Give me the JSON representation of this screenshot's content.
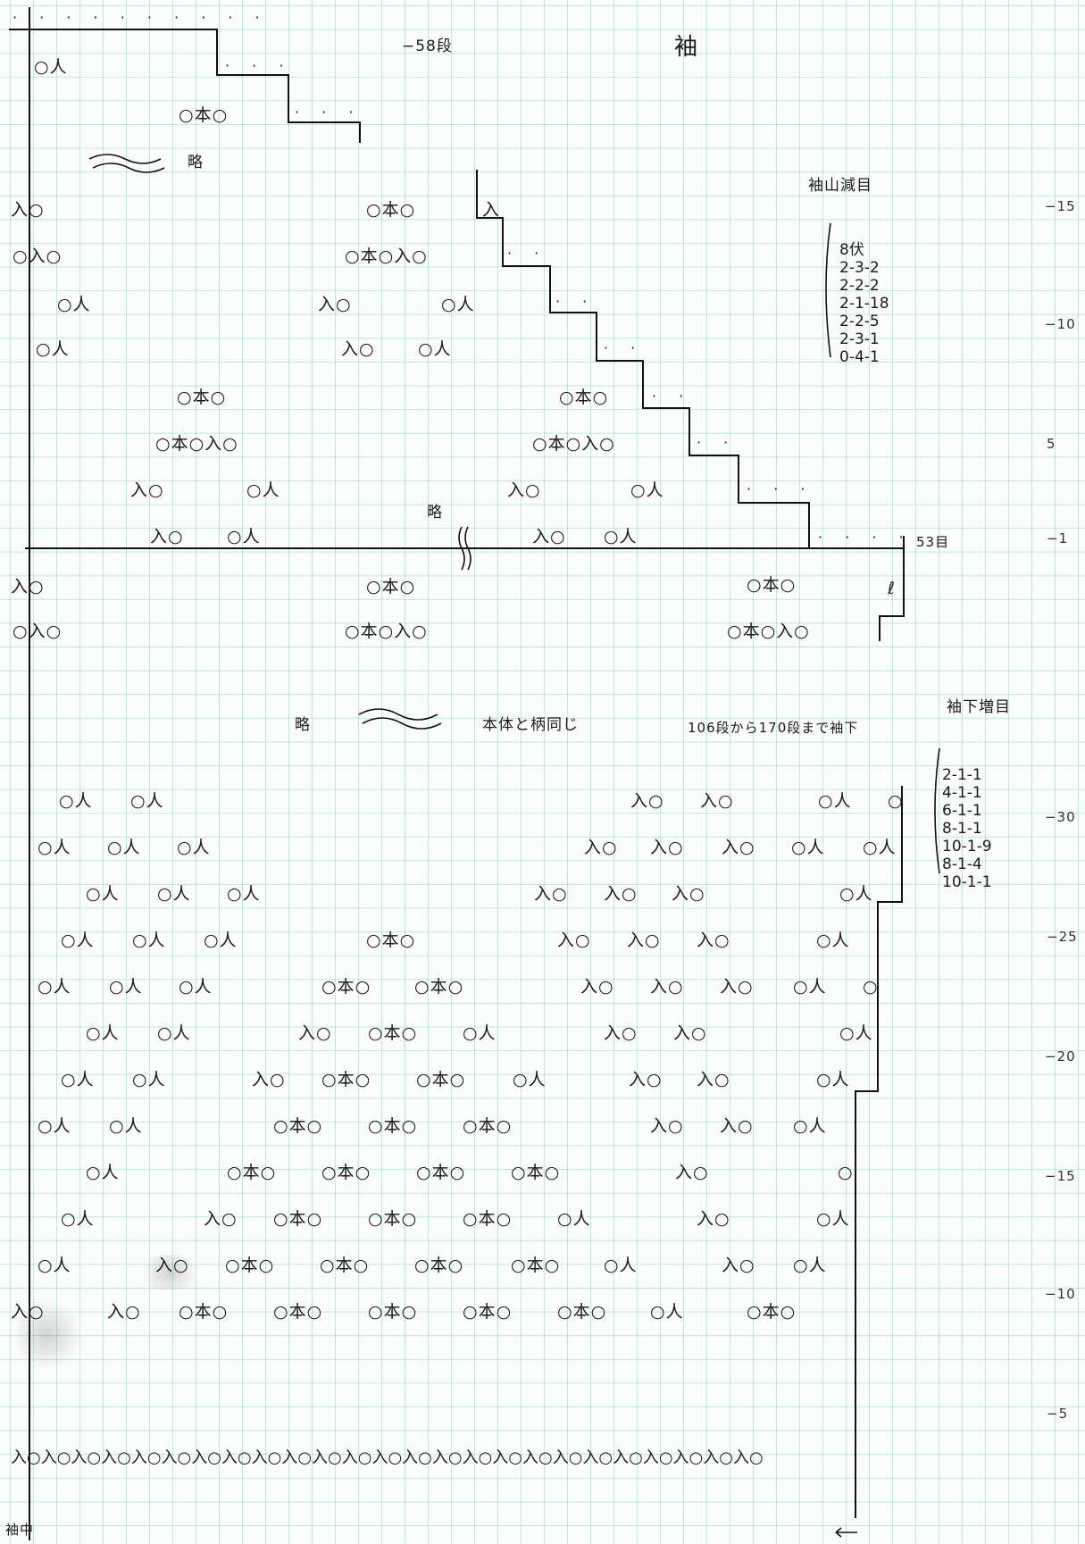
{
  "sleeve_title": "袖",
  "top_row_label": "−58段",
  "cap_decrease": {
    "heading": "袖山減目",
    "steps": [
      "8伏",
      "2-3-2",
      "2-2-2",
      "2-1-18",
      "2-2-5",
      "2-3-1",
      "0-4-1"
    ]
  },
  "underarm_increase": {
    "heading": "袖下増目",
    "steps": [
      "2-1-1",
      "4-1-1",
      "6-1-1",
      "8-1-1",
      "10-1-9",
      "8-1-4",
      "10-1-1"
    ]
  },
  "omit_mark": "略",
  "body_same_note": "本体と柄同じ",
  "seam_note": "106段から170段まで袖下",
  "stitch_count_note": "53目",
  "footer_label": "袖中",
  "row_numbers_upper": [
    "−15",
    "−10",
    "5",
    "−1"
  ],
  "row_numbers_lower": [
    "−30",
    "−25",
    "−20",
    "−15",
    "−10",
    "−5"
  ],
  "symbols": {
    "oa": "○人",
    "ao": "入○",
    "oao": "○本○",
    "oaoao": "○本○入○",
    "oao2": "○入○",
    "long_row": "入○入○入○入○入○入○入○入○入○入○入○入○入○入○入○入○入○入○入○入○入○入○入○入○入○"
  }
}
